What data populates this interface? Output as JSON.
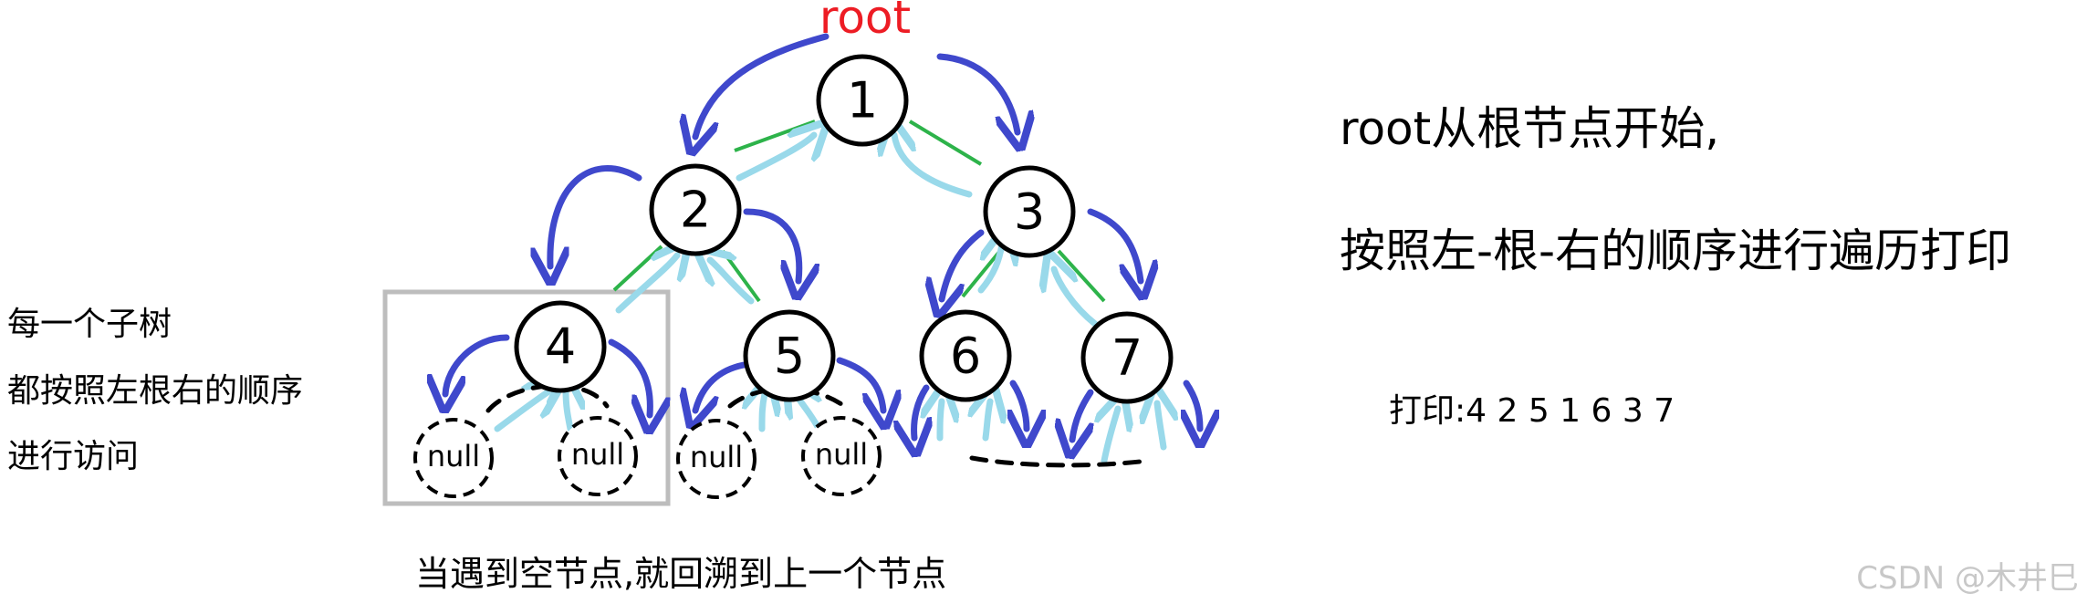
{
  "root_label": "root",
  "nodes": [
    {
      "id": "1",
      "label": "1"
    },
    {
      "id": "2",
      "label": "2"
    },
    {
      "id": "3",
      "label": "3"
    },
    {
      "id": "4",
      "label": "4"
    },
    {
      "id": "5",
      "label": "5"
    },
    {
      "id": "6",
      "label": "6"
    },
    {
      "id": "7",
      "label": "7"
    }
  ],
  "null_label": "null",
  "right_text": {
    "line1": "root从根节点开始,",
    "line2": "按照左-根-右的顺序进行遍历打印"
  },
  "print_line": "打印:4 2 5 1 6 3 7",
  "left_note": {
    "line1": "每一个子树",
    "line2": "都按照左根右的顺序",
    "line3": "进行访问"
  },
  "bottom_note": "当遇到空节点,就回溯到上一个节点",
  "watermark": "CSDN @木井巳",
  "colors": {
    "root": "#ed1c24",
    "edge": "#2db34a",
    "forward_arrow": "#3f48cc",
    "backtrack_arrow": "#99d9ea",
    "highlight_box": "#bdbdbd"
  }
}
